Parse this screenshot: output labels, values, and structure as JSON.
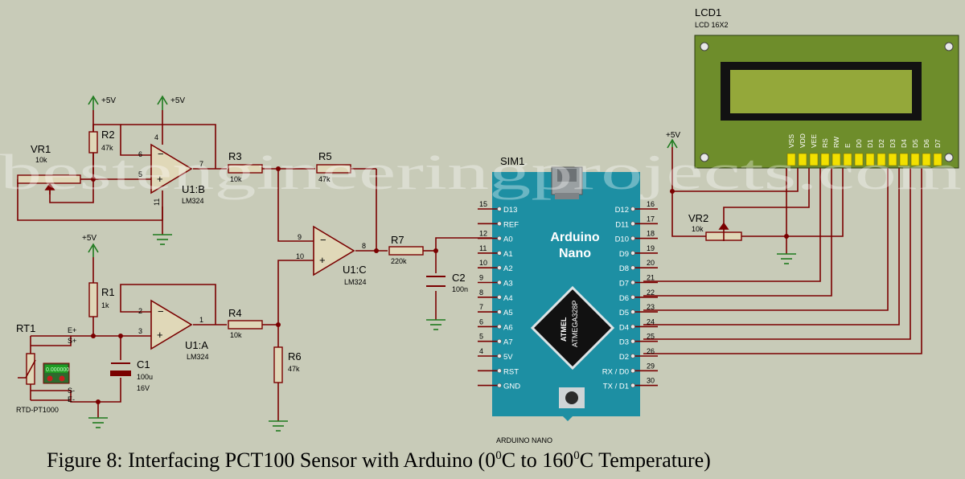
{
  "watermark": "bestengineeringprojects.com",
  "caption": {
    "pre": "Figure 8: Interfacing PCT100 Sensor with Arduino (0",
    "sup1": "0",
    "mid": "C to 160",
    "sup2": "0",
    "post": "C Temperature)"
  },
  "power": {
    "vcc": "+5V"
  },
  "components": {
    "vr1": {
      "ref": "VR1",
      "value": "10k"
    },
    "r2": {
      "ref": "R2",
      "value": "47k"
    },
    "r1": {
      "ref": "R1",
      "value": "1k"
    },
    "r3": {
      "ref": "R3",
      "value": "10k"
    },
    "r4": {
      "ref": "R4",
      "value": "10k"
    },
    "r5": {
      "ref": "R5",
      "value": "47k"
    },
    "r6": {
      "ref": "R6",
      "value": "47k"
    },
    "r7": {
      "ref": "R7",
      "value": "220k"
    },
    "c1": {
      "ref": "C1",
      "value": "100u",
      "voltage": "16V"
    },
    "c2": {
      "ref": "C2",
      "value": "100n"
    },
    "vr2": {
      "ref": "VR2",
      "value": "10k"
    },
    "rt1": {
      "ref": "RT1",
      "type": "RTD-PT1000",
      "readout": "0.000000",
      "pin_eplus": "E+",
      "pin_splus": "S+",
      "pin_sminus": "S-",
      "pin_eminus": "E-"
    },
    "u1a": {
      "ref": "U1:A",
      "part": "LM324",
      "pins": [
        "2",
        "3",
        "1"
      ]
    },
    "u1b": {
      "ref": "U1:B",
      "part": "LM324",
      "pins": [
        "6",
        "5",
        "7",
        "4",
        "11"
      ]
    },
    "u1c": {
      "ref": "U1:C",
      "part": "LM324",
      "pins": [
        "9",
        "10",
        "8"
      ]
    }
  },
  "arduino": {
    "ref": "SIM1",
    "title1": "Arduino",
    "title2": "Nano",
    "footer": "ARDUINO NANO",
    "chip_brand": "ATMEL",
    "chip_model": "ATMEGA328P",
    "left_pins": [
      {
        "num": "15",
        "name": "D13"
      },
      {
        "num": "",
        "name": "REF"
      },
      {
        "num": "12",
        "name": "A0"
      },
      {
        "num": "11",
        "name": "A1"
      },
      {
        "num": "10",
        "name": "A2"
      },
      {
        "num": "9",
        "name": "A3"
      },
      {
        "num": "8",
        "name": "A4"
      },
      {
        "num": "7",
        "name": "A5"
      },
      {
        "num": "6",
        "name": "A6"
      },
      {
        "num": "5",
        "name": "A7"
      },
      {
        "num": "4",
        "name": "5V"
      },
      {
        "num": "",
        "name": "RST"
      },
      {
        "num": "",
        "name": "GND"
      }
    ],
    "right_pins": [
      {
        "num": "16",
        "name": "D12"
      },
      {
        "num": "17",
        "name": "D11"
      },
      {
        "num": "18",
        "name": "D10"
      },
      {
        "num": "19",
        "name": "D9"
      },
      {
        "num": "20",
        "name": "D8"
      },
      {
        "num": "21",
        "name": "D7"
      },
      {
        "num": "22",
        "name": "D6"
      },
      {
        "num": "23",
        "name": "D5"
      },
      {
        "num": "24",
        "name": "D4"
      },
      {
        "num": "25",
        "name": "D3"
      },
      {
        "num": "26",
        "name": "D2"
      },
      {
        "num": "29",
        "name": "RX / D0"
      },
      {
        "num": "30",
        "name": "TX / D1"
      }
    ]
  },
  "lcd": {
    "ref": "LCD1",
    "type": "LCD 16X2",
    "pins": [
      "VSS",
      "VDD",
      "VEE",
      "RS",
      "RW",
      "E",
      "D0",
      "D1",
      "D2",
      "D3",
      "D4",
      "D5",
      "D6",
      "D7"
    ]
  },
  "colors": {
    "background": "#c8cbb8",
    "wire": "#7a0000",
    "body": "#e0d8b8",
    "board": "#1d8fa3",
    "lcd_screen": "#94a83a",
    "pin_yellow": "#f2e000",
    "power": "#1e7a1e"
  }
}
